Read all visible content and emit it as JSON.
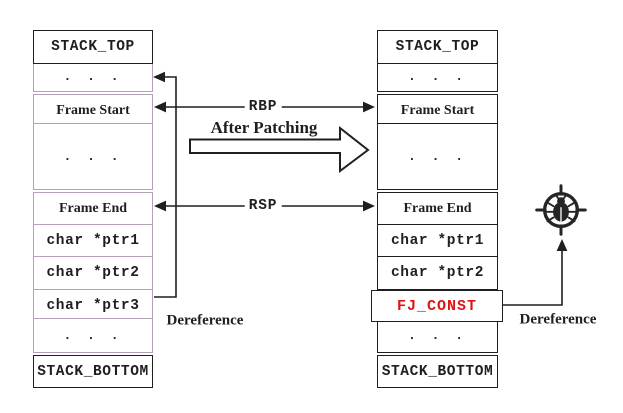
{
  "left_stack": {
    "rows": [
      "STACK_TOP",
      ". . .",
      "Frame Start",
      ". . .",
      "Frame End",
      "char *ptr1",
      "char *ptr2",
      "char *ptr3",
      ". . .",
      "STACK_BOTTOM"
    ]
  },
  "right_stack": {
    "rows": [
      "STACK_TOP",
      ". . .",
      "Frame Start",
      ". . .",
      "Frame End",
      "char *ptr1",
      "char *ptr2",
      "",
      ". . .",
      "STACK_BOTTOM"
    ]
  },
  "labels": {
    "rbp": "RBP",
    "rsp": "RSP",
    "after_patching": "After Patching",
    "dereference_left": "Dereference",
    "dereference_right": "Dereference",
    "fj_const": "FJ_CONST"
  },
  "icons": {
    "bug_target": "bug-in-crosshair"
  },
  "colors": {
    "purple": "#b5a1b5",
    "ink": "#1f1f1f",
    "red": "#e01212"
  }
}
